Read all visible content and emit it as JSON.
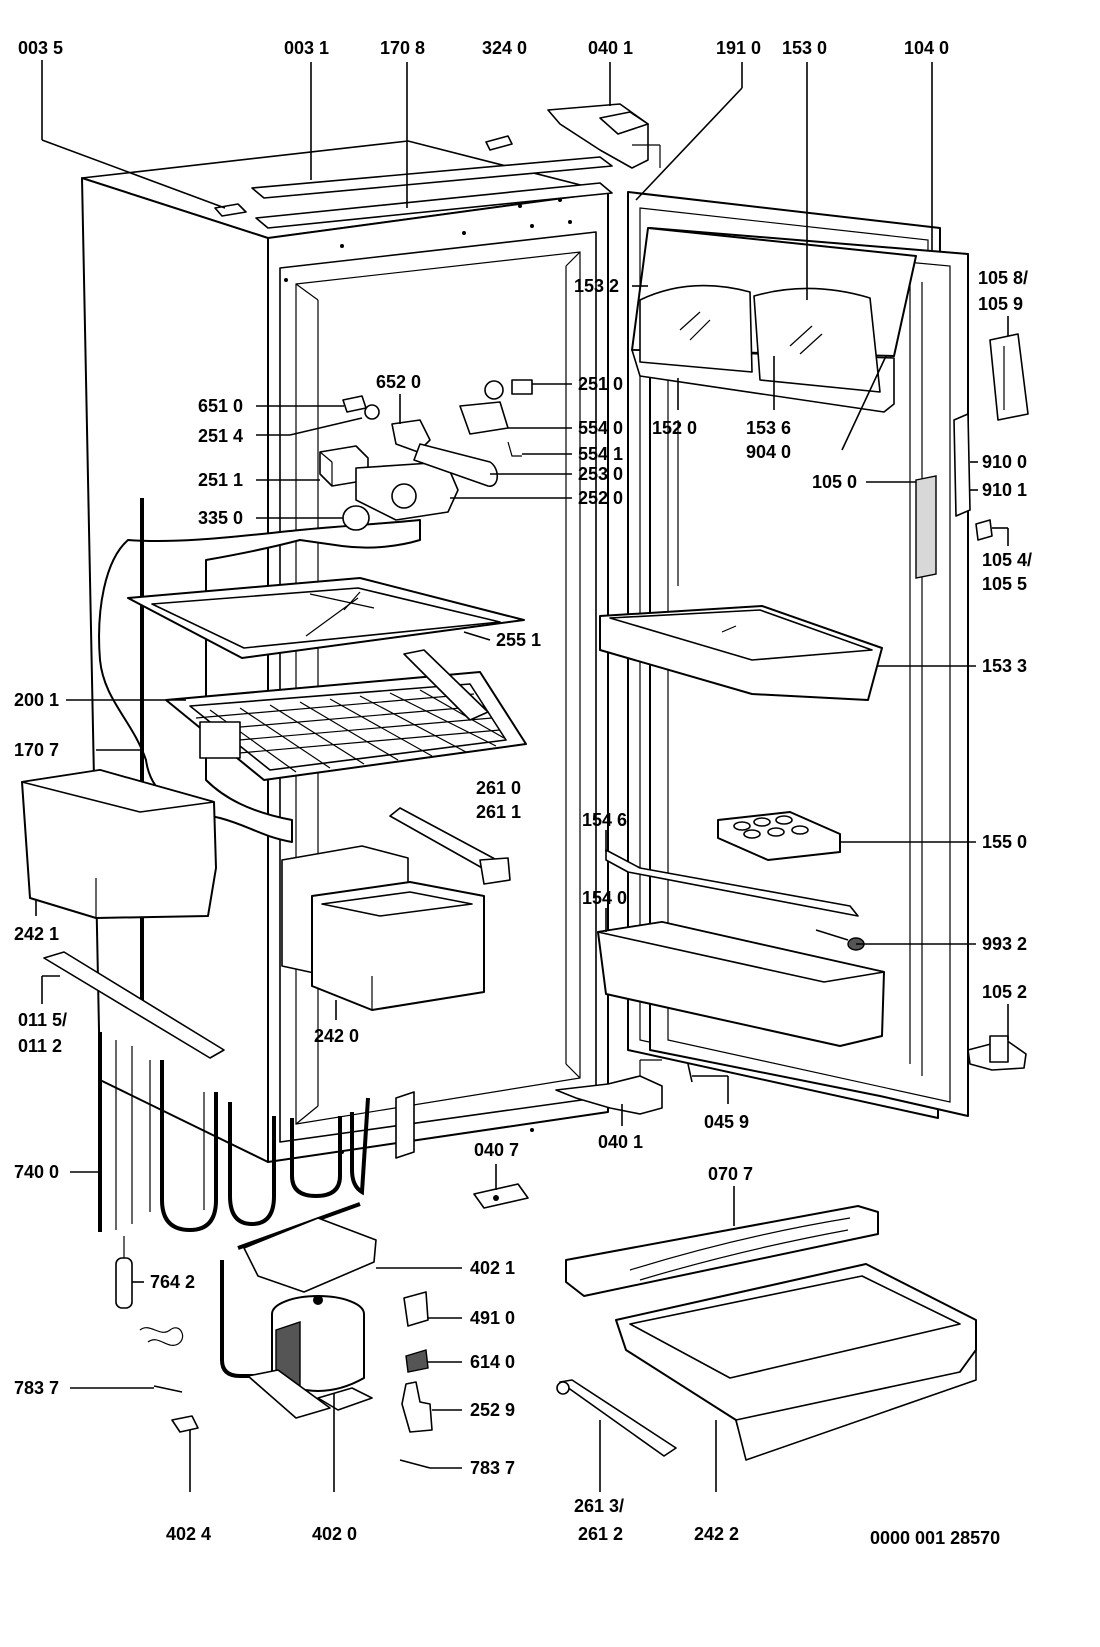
{
  "figure": {
    "drawing_number": "0000 001 28570"
  },
  "callouts": [
    {
      "id": "c0035a",
      "text": "003 5"
    },
    {
      "id": "c0031",
      "text": "003 1"
    },
    {
      "id": "c1708",
      "text": "170 8"
    },
    {
      "id": "c3240",
      "text": "324 0"
    },
    {
      "id": "c0401a",
      "text": "040 1"
    },
    {
      "id": "c1910",
      "text": "191 0"
    },
    {
      "id": "c1530",
      "text": "153 0"
    },
    {
      "id": "c1040",
      "text": "104 0"
    },
    {
      "id": "c1532",
      "text": "153 2"
    },
    {
      "id": "c1058",
      "text": "105 8/"
    },
    {
      "id": "c1059",
      "text": "105 9"
    },
    {
      "id": "c2510",
      "text": "251 0"
    },
    {
      "id": "c6520",
      "text": "652 0"
    },
    {
      "id": "c6510",
      "text": "651 0"
    },
    {
      "id": "c5540",
      "text": "554 0"
    },
    {
      "id": "c2514",
      "text": "251 4"
    },
    {
      "id": "c1520",
      "text": "152 0"
    },
    {
      "id": "c1536",
      "text": "153 6"
    },
    {
      "id": "c5541",
      "text": "554 1"
    },
    {
      "id": "c9040",
      "text": "904 0"
    },
    {
      "id": "c2530",
      "text": "253 0"
    },
    {
      "id": "c2511",
      "text": "251 1"
    },
    {
      "id": "c9100",
      "text": "910 0"
    },
    {
      "id": "c1050",
      "text": "105 0"
    },
    {
      "id": "c9101",
      "text": "910 1"
    },
    {
      "id": "c2520",
      "text": "252 0"
    },
    {
      "id": "c3350",
      "text": "335 0"
    },
    {
      "id": "c1054",
      "text": "105 4/"
    },
    {
      "id": "c1055",
      "text": "105 5"
    },
    {
      "id": "c2551",
      "text": "255 1"
    },
    {
      "id": "c1533",
      "text": "153 3"
    },
    {
      "id": "c2001",
      "text": "200 1"
    },
    {
      "id": "c1707",
      "text": "170 7"
    },
    {
      "id": "c2610",
      "text": "261 0"
    },
    {
      "id": "c2611",
      "text": "261 1"
    },
    {
      "id": "c1546",
      "text": "154 6"
    },
    {
      "id": "c1550",
      "text": "155 0"
    },
    {
      "id": "c1540",
      "text": "154 0"
    },
    {
      "id": "c2421",
      "text": "242 1"
    },
    {
      "id": "c9932",
      "text": "993 2"
    },
    {
      "id": "c1052",
      "text": "105 2"
    },
    {
      "id": "c0115",
      "text": "011 5/"
    },
    {
      "id": "c0112",
      "text": "011 2"
    },
    {
      "id": "c2420",
      "text": "242 0"
    },
    {
      "id": "c0459",
      "text": "045 9"
    },
    {
      "id": "c0401b",
      "text": "040 1"
    },
    {
      "id": "c0407",
      "text": "040 7"
    },
    {
      "id": "c7400",
      "text": "740 0"
    },
    {
      "id": "c0707",
      "text": "070 7"
    },
    {
      "id": "c7642",
      "text": "764 2"
    },
    {
      "id": "c4021",
      "text": "402 1"
    },
    {
      "id": "c4910",
      "text": "491 0"
    },
    {
      "id": "c6140",
      "text": "614 0"
    },
    {
      "id": "c7837a",
      "text": "783 7"
    },
    {
      "id": "c2529",
      "text": "252 9"
    },
    {
      "id": "c7837b",
      "text": "783 7"
    },
    {
      "id": "c2613",
      "text": "261 3/"
    },
    {
      "id": "c2612",
      "text": "261 2"
    },
    {
      "id": "c2422",
      "text": "242 2"
    },
    {
      "id": "c4024",
      "text": "402 4"
    },
    {
      "id": "c4020",
      "text": "402 0"
    }
  ]
}
